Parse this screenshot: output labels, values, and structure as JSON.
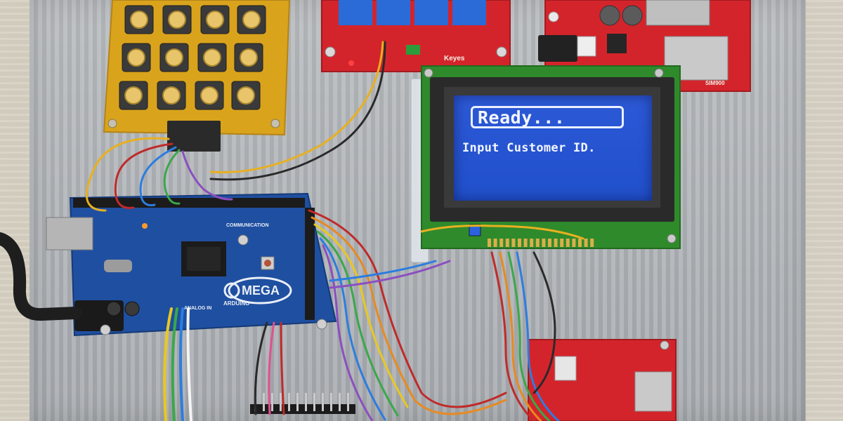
{
  "lcd": {
    "title": "Ready...",
    "message": "Input Customer ID."
  },
  "labels": {
    "arduino_model": "MEGA",
    "arduino_brand": "ARDUINO",
    "communication": "COMMUNICATION",
    "analog_in": "ANALOG IN",
    "relay_brand": "Keyes",
    "gsm_module": "SIM900"
  },
  "colors": {
    "lcd_background": "#2150cc",
    "lcd_text": "#f3f6ff",
    "arduino_pcb": "#1f4fa0",
    "red_pcb": "#d4242b",
    "keypad_pcb": "#d9a31c",
    "lcd_pcb": "#2f8a2c",
    "board_surface": "#b3b7bb"
  }
}
